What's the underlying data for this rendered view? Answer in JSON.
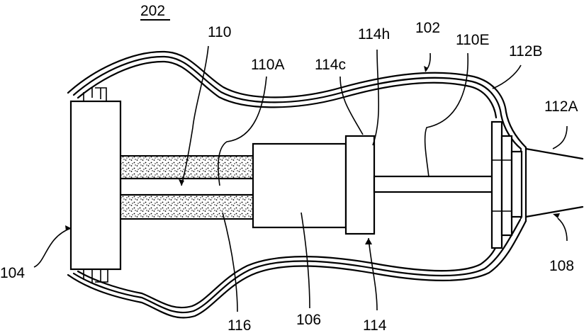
{
  "figure": {
    "title": "202",
    "labels": {
      "housing": "102",
      "base": "104",
      "body": "106",
      "nozzle": "108",
      "rod": "110",
      "rod_a": "110A",
      "rod_e": "110E",
      "tip_a": "112A",
      "tip_b": "112B",
      "plate": "114",
      "plate_c": "114c",
      "plate_h": "114h",
      "filler": "116"
    }
  }
}
